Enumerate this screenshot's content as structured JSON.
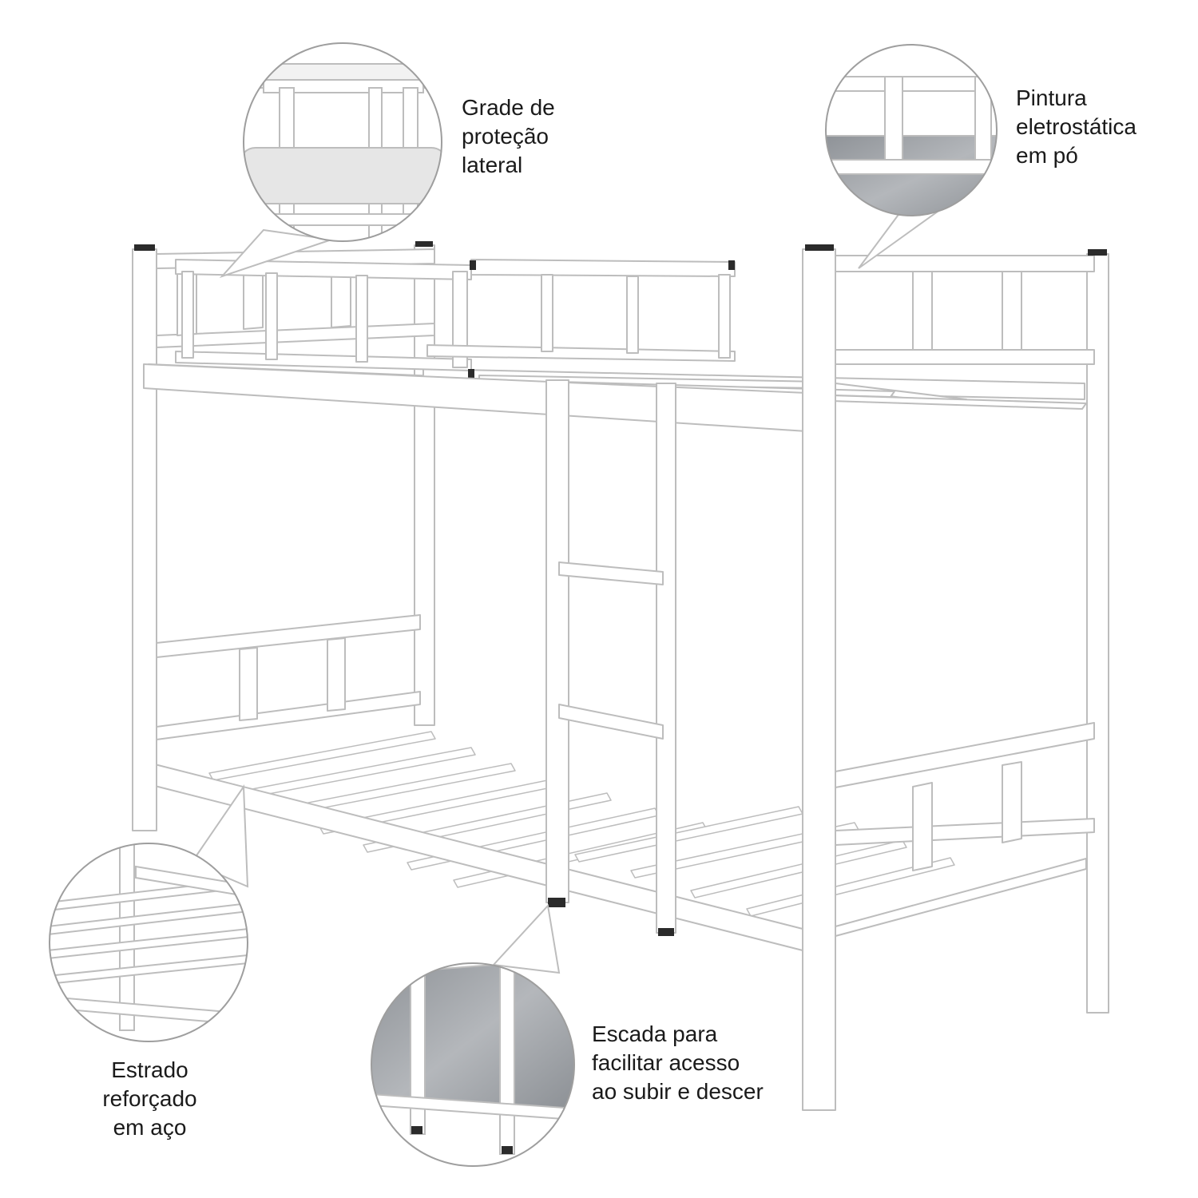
{
  "callouts": {
    "grade": {
      "lines": [
        "Grade de",
        "proteção",
        "lateral"
      ]
    },
    "pintura": {
      "lines": [
        "Pintura",
        "eletrostática",
        "em pó"
      ]
    },
    "estrado": {
      "lines": [
        "Estrado",
        "reforçado",
        "em aço"
      ]
    },
    "escada": {
      "lines": [
        "Escada para",
        "facilitar acesso",
        "ao subir e descer"
      ]
    }
  },
  "colors": {
    "frame": "#ffffff",
    "frame_edge": "#bdbdbd",
    "shadow": "#e2e2e2",
    "cap": "#2b2b2b",
    "mattress": "#9a9ea3",
    "text": "#1a1a1a"
  },
  "image": {
    "subject": "bed-frame-photo"
  }
}
